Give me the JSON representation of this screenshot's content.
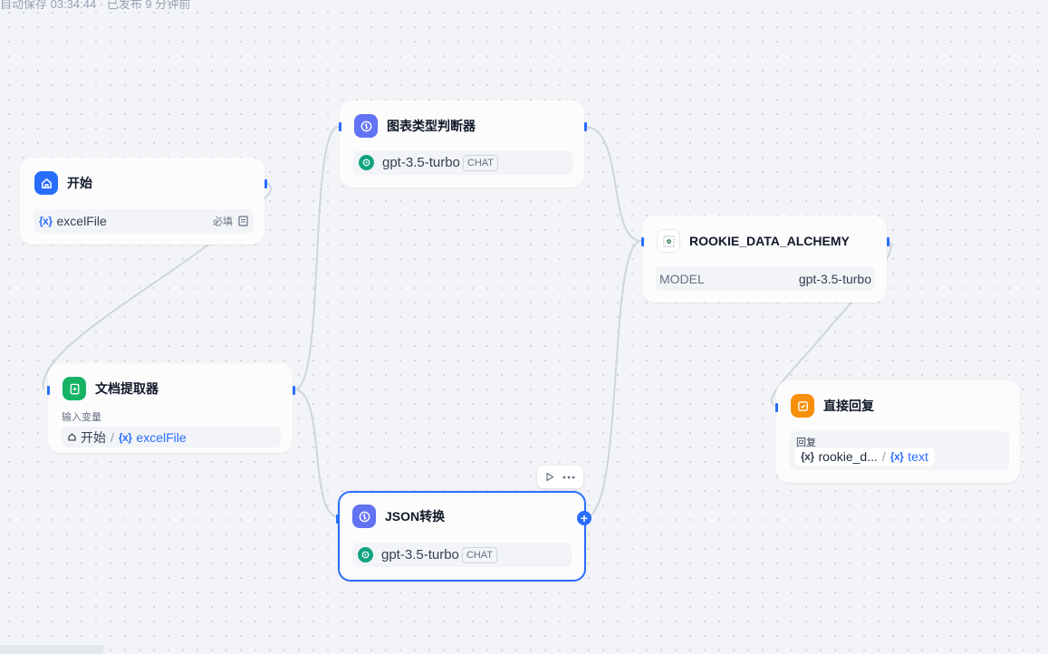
{
  "status": {
    "text": "自动保存 03:34:44 · 已发布 9 分钟前"
  },
  "colors": {
    "accent": "#296dff",
    "start_icon_bg": "#296dff",
    "llm_icon_bg": "#6172f3",
    "extractor_icon_bg": "#16b364",
    "answer_icon_bg": "#f79009",
    "model_icon_bg": "#10a37f",
    "edge": "#d0d5dd"
  },
  "nodes": {
    "start": {
      "title": "开始",
      "icon": "home-icon",
      "variable": {
        "icon": "{x}",
        "name": "excelFile",
        "required_label": "必填",
        "type_icon": "file-icon"
      }
    },
    "chart_classifier": {
      "title": "图表类型判断器",
      "icon": "llm-brain-icon",
      "model": {
        "icon": "openai-icon",
        "name": "gpt-3.5-turbo",
        "mode": "CHAT"
      }
    },
    "rookie": {
      "title": "ROOKIE_DATA_ALCHEMY",
      "icon": "tool-logo-icon",
      "param_label": "MODEL",
      "param_value": "gpt-3.5-turbo"
    },
    "doc_extractor": {
      "title": "文档提取器",
      "icon": "document-extractor-icon",
      "input_label": "输入变量",
      "source_node": "开始",
      "separator": "/",
      "var_icon": "{x}",
      "var_name": "excelFile"
    },
    "json_convert": {
      "title": "JSON转换",
      "icon": "llm-brain-icon",
      "model": {
        "icon": "openai-icon",
        "name": "gpt-3.5-turbo",
        "mode": "CHAT"
      },
      "toolbar": {
        "run_icon": "play-icon",
        "more_icon": "more-icon"
      },
      "add_button": "+"
    },
    "answer": {
      "title": "直接回复",
      "icon": "answer-icon",
      "label": "回复",
      "var_icon": "{x}",
      "source": "rookie_d...",
      "separator": "/",
      "var_name": "text"
    }
  }
}
